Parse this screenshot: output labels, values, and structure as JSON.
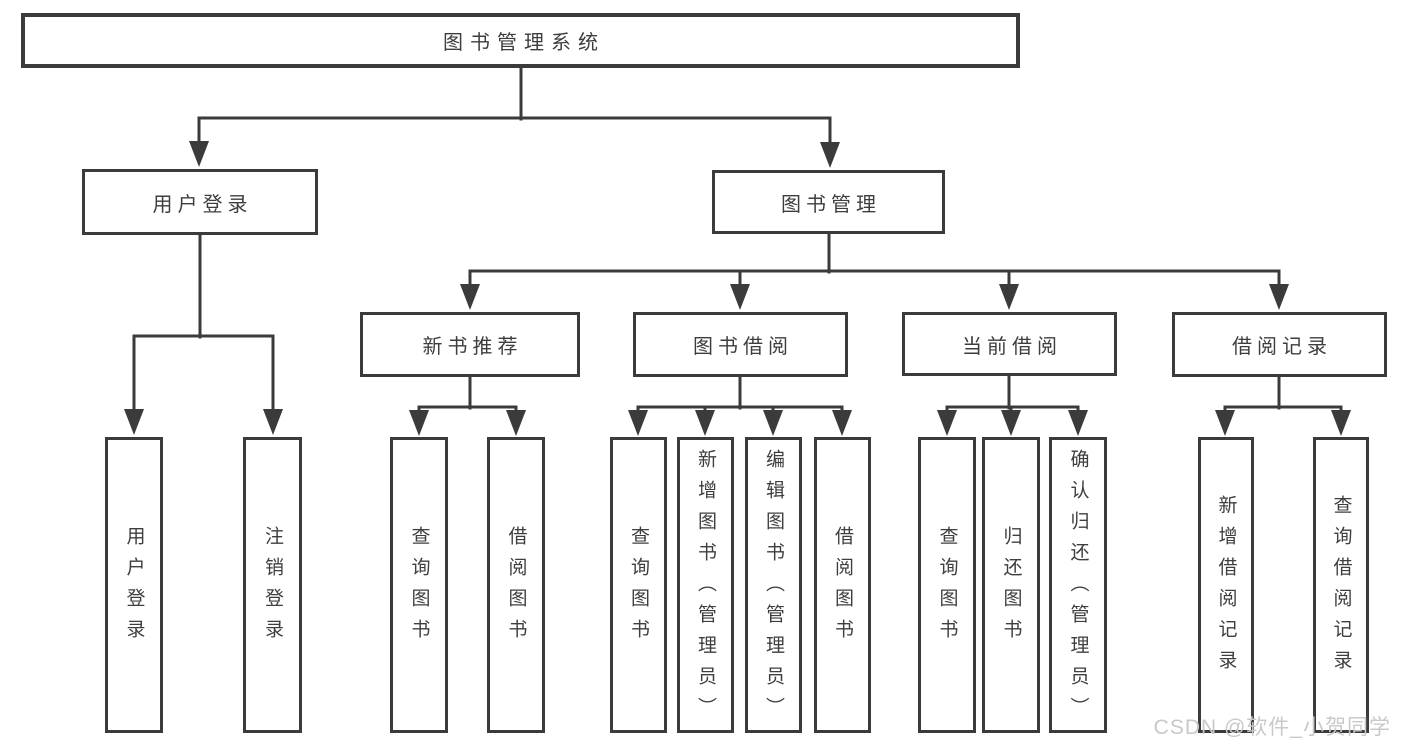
{
  "diagram": {
    "title": "图书管理系统",
    "watermark": "CSDN @软件_小贺同学",
    "colors": {
      "stroke": "#3b3b3b",
      "text": "#3e3e3e",
      "watermark": "#c9c9c9",
      "background": "#ffffff"
    },
    "nodes": [
      {
        "id": "root",
        "label": "图书管理系统",
        "level": 1,
        "parent": null
      },
      {
        "id": "user-login",
        "label": "用户登录",
        "level": 2,
        "parent": "root"
      },
      {
        "id": "book-mgmt",
        "label": "图书管理",
        "level": 2,
        "parent": "root"
      },
      {
        "id": "new-book-rec",
        "label": "新书推荐",
        "level": 3,
        "parent": "book-mgmt"
      },
      {
        "id": "book-borrow",
        "label": "图书借阅",
        "level": 3,
        "parent": "book-mgmt"
      },
      {
        "id": "current-borrow",
        "label": "当前借阅",
        "level": 3,
        "parent": "book-mgmt"
      },
      {
        "id": "borrow-records",
        "label": "借阅记录",
        "level": 3,
        "parent": "book-mgmt"
      },
      {
        "id": "v-user-login",
        "label": "用户登录",
        "level": 4,
        "parent": "user-login"
      },
      {
        "id": "v-logout",
        "label": "注销登录",
        "level": 4,
        "parent": "user-login"
      },
      {
        "id": "v-query-book-1",
        "label": "查询图书",
        "level": 4,
        "parent": "new-book-rec"
      },
      {
        "id": "v-borrow-book-1",
        "label": "借阅图书",
        "level": 4,
        "parent": "new-book-rec"
      },
      {
        "id": "v-query-book-2",
        "label": "查询图书",
        "level": 4,
        "parent": "book-borrow"
      },
      {
        "id": "v-add-book",
        "label": "新增图书（管理员）",
        "level": 4,
        "parent": "book-borrow"
      },
      {
        "id": "v-edit-book",
        "label": "编辑图书（管理员）",
        "level": 4,
        "parent": "book-borrow"
      },
      {
        "id": "v-borrow-book-2",
        "label": "借阅图书",
        "level": 4,
        "parent": "book-borrow"
      },
      {
        "id": "v-query-book-3",
        "label": "查询图书",
        "level": 4,
        "parent": "current-borrow"
      },
      {
        "id": "v-return-book",
        "label": "归还图书",
        "level": 4,
        "parent": "current-borrow"
      },
      {
        "id": "v-confirm-return",
        "label": "确认归还（管理员）",
        "level": 4,
        "parent": "current-borrow"
      },
      {
        "id": "v-add-borrow-record",
        "label": "新增借阅记录",
        "level": 4,
        "parent": "borrow-records"
      },
      {
        "id": "v-query-borrow-record",
        "label": "查询借阅记录",
        "level": 4,
        "parent": "borrow-records"
      }
    ]
  }
}
